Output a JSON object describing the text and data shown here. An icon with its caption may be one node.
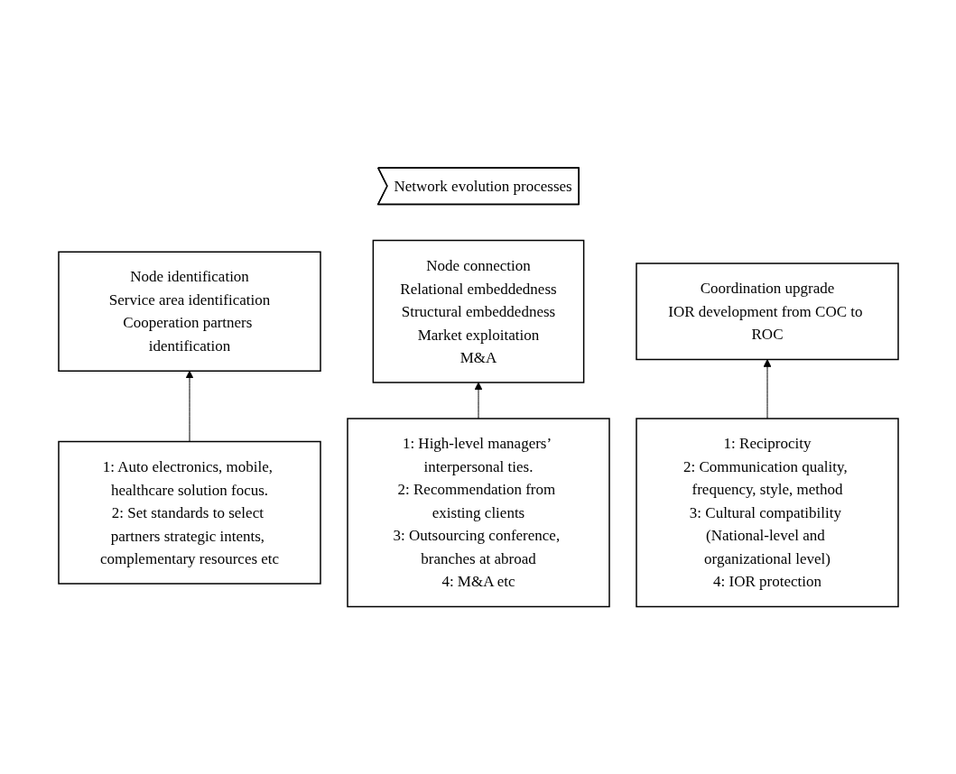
{
  "diagram": {
    "nodes": [
      {
        "text": [
          "Network evolution processes"
        ]
      },
      {
        "text": [
          "Node identification",
          "Service area identification",
          "Cooperation partners identification"
        ]
      },
      {
        "text": [
          "Node connection",
          "Relational embeddedness",
          "Structural embeddedness",
          "Market exploitation",
          "M&A"
        ]
      },
      {
        "text": [
          "Coordination upgrade",
          "IOR development from COC to ROC"
        ]
      },
      {
        "text": [
          "1: Auto electronics, mobile, healthcare solution focus.",
          "2: Set standards to select partners strategic intents, complementary resources etc"
        ]
      },
      {
        "text": [
          "1: High-level managers’ interpersonal ties.",
          "2: Recommendation from existing clients",
          "3: Outsourcing conference, branches at abroad",
          "4: M&A etc"
        ]
      },
      {
        "text": [
          "1: Reciprocity",
          "2: Communication quality, frequency, style, method",
          "3: Cultural compatibility (National-level and organizational level)",
          "4: IOR protection"
        ]
      }
    ],
    "edges": [
      {
        "from": 4,
        "to": 1,
        "arrow": "to"
      },
      {
        "from": 5,
        "to": 2,
        "arrow": "to"
      },
      {
        "from": 6,
        "to": 3,
        "arrow": "to"
      }
    ]
  }
}
